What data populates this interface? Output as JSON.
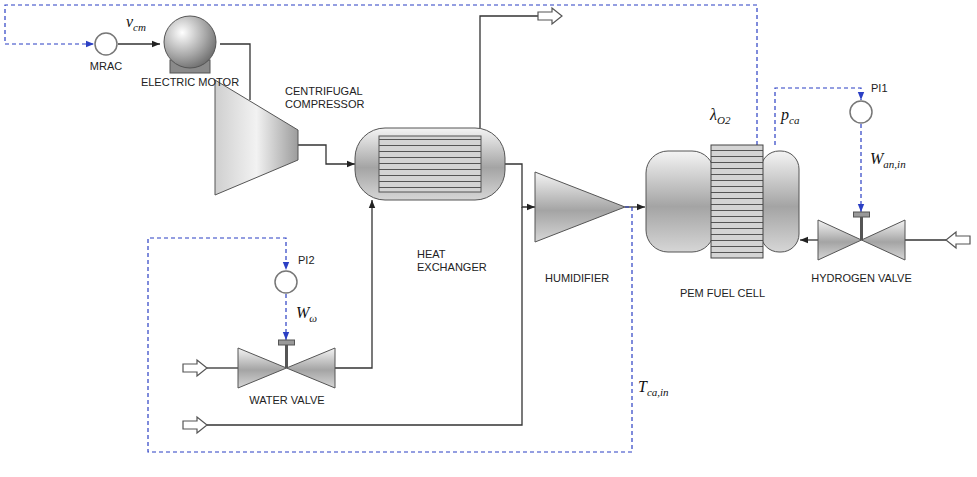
{
  "diagram": {
    "nodes": [
      {
        "text": [
          "MRAC"
        ]
      },
      {
        "text": [
          "ELECTRIC MOTOR"
        ]
      },
      {
        "text": [
          "CENTRIFUGAL COMPRESSOR"
        ]
      },
      {
        "text": [
          "HEAT EXCHANGER"
        ]
      },
      {
        "text": [
          "HUMIDIFIER"
        ]
      },
      {
        "text": [
          "PEM FUEL CELL"
        ]
      },
      {
        "text": [
          "PI1"
        ]
      },
      {
        "text": [
          "HYDROGEN VALVE"
        ]
      },
      {
        "text": [
          "PI2"
        ]
      },
      {
        "text": [
          "WATER VALVE"
        ]
      }
    ],
    "edges": [
      {
        "from": 0,
        "to": 1,
        "arrow": "to",
        "label": "vcm"
      },
      {
        "from": 1,
        "to": 2,
        "arrow": "none"
      },
      {
        "from": 2,
        "to": 3,
        "arrow": "to"
      },
      {
        "from": 3,
        "to": 4,
        "arrow": "to"
      },
      {
        "from": 4,
        "to": 5,
        "arrow": "to"
      },
      {
        "from": 7,
        "to": 5,
        "arrow": "to"
      },
      {
        "from": 9,
        "to": 3,
        "arrow": "to"
      },
      {
        "from": 5,
        "to": 0,
        "arrow": "to",
        "label": "λO2"
      },
      {
        "from": 5,
        "to": 6,
        "arrow": "to",
        "label": "pca"
      },
      {
        "from": 6,
        "to": 7,
        "arrow": "to",
        "label": "Wan,in"
      },
      {
        "from": 4,
        "to": 8,
        "arrow": "to",
        "label": "Tca,in"
      },
      {
        "from": 8,
        "to": 9,
        "arrow": "to",
        "label": "Wω"
      }
    ]
  }
}
